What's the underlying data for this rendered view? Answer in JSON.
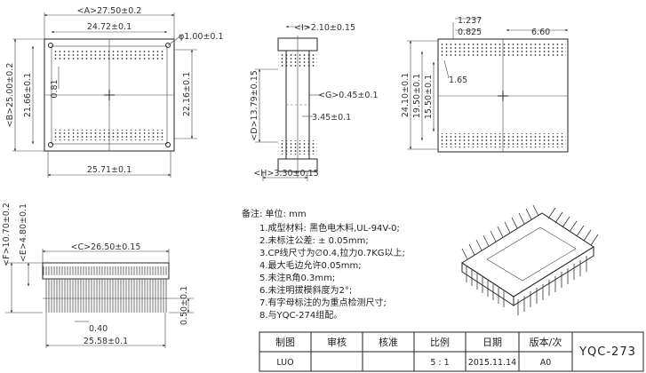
{
  "top_view": {
    "dim_A": "<A>27.50±0.2",
    "dim_inner_width": "24.72±0.1",
    "dim_hole": "φ1.00±0.1",
    "dim_B": "<B>25.00±0.2",
    "dim_21_66": "21.66±0.1",
    "dim_0_81": "0.81",
    "dim_22_16": "22.16±0.1",
    "dim_bottom_width": "25.71±0.1"
  },
  "side_view": {
    "dim_I": "<I>2.10±0.15",
    "dim_D": "<D>13.79±0.15",
    "dim_G": "<G>0.45±0.1",
    "dim_3_45": "3.45±0.1",
    "dim_H": "<H>3.30±0.15"
  },
  "right_view": {
    "dim_1_237": "1.237",
    "dim_0_825": "0.825",
    "dim_6_60": "6.60",
    "dim_24_10": "24.10±0.1",
    "dim_19_50": "19.50±0.1",
    "dim_15_50": "15.50±0.1",
    "dim_1_65": "1.65"
  },
  "front_view": {
    "dim_F": "<F>10.70±0.2",
    "dim_E": "<E>4.80±0.1",
    "dim_C": "<C>26.50±0.15",
    "dim_0_50": "0.50±0.1",
    "dim_0_40": "0.40",
    "dim_25_58": "25.58±0.1"
  },
  "notes": {
    "header": "备注: 单位: mm",
    "items": [
      "1.成型材料: 黑色电木料,UL-94V-0;",
      "2.未标注公差: ± 0.05mm;",
      "3.CP线尺寸为∅0.4,拉力0.7KG以上;",
      "4.最大毛边允许0.05mm;",
      "5.未注R角0.3mm;",
      "6.未注明拔模斜度为2°;",
      "7.有字母标注的为重点检测尺寸;",
      "8.与YQC-274组配。"
    ]
  },
  "title_block": {
    "headers": [
      "制图",
      "审核",
      "核准",
      "比例",
      "日期",
      "版本/次"
    ],
    "values": [
      "LUO",
      "",
      "",
      "5 : 1",
      "2015.11.14",
      "A0"
    ],
    "part_number": "YQC-273"
  }
}
